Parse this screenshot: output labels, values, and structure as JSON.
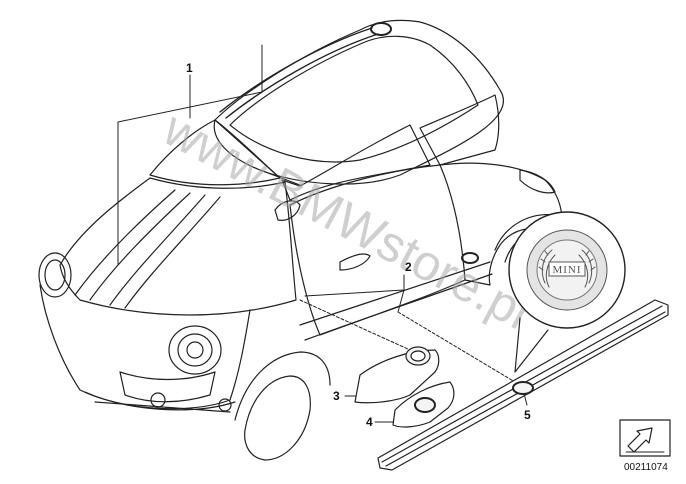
{
  "diagram": {
    "watermark": "www.BMWstore.pl",
    "emblem_text": "MINI",
    "reference_number": "00211074",
    "callouts": [
      "1",
      "2",
      "3",
      "4",
      "5"
    ]
  }
}
